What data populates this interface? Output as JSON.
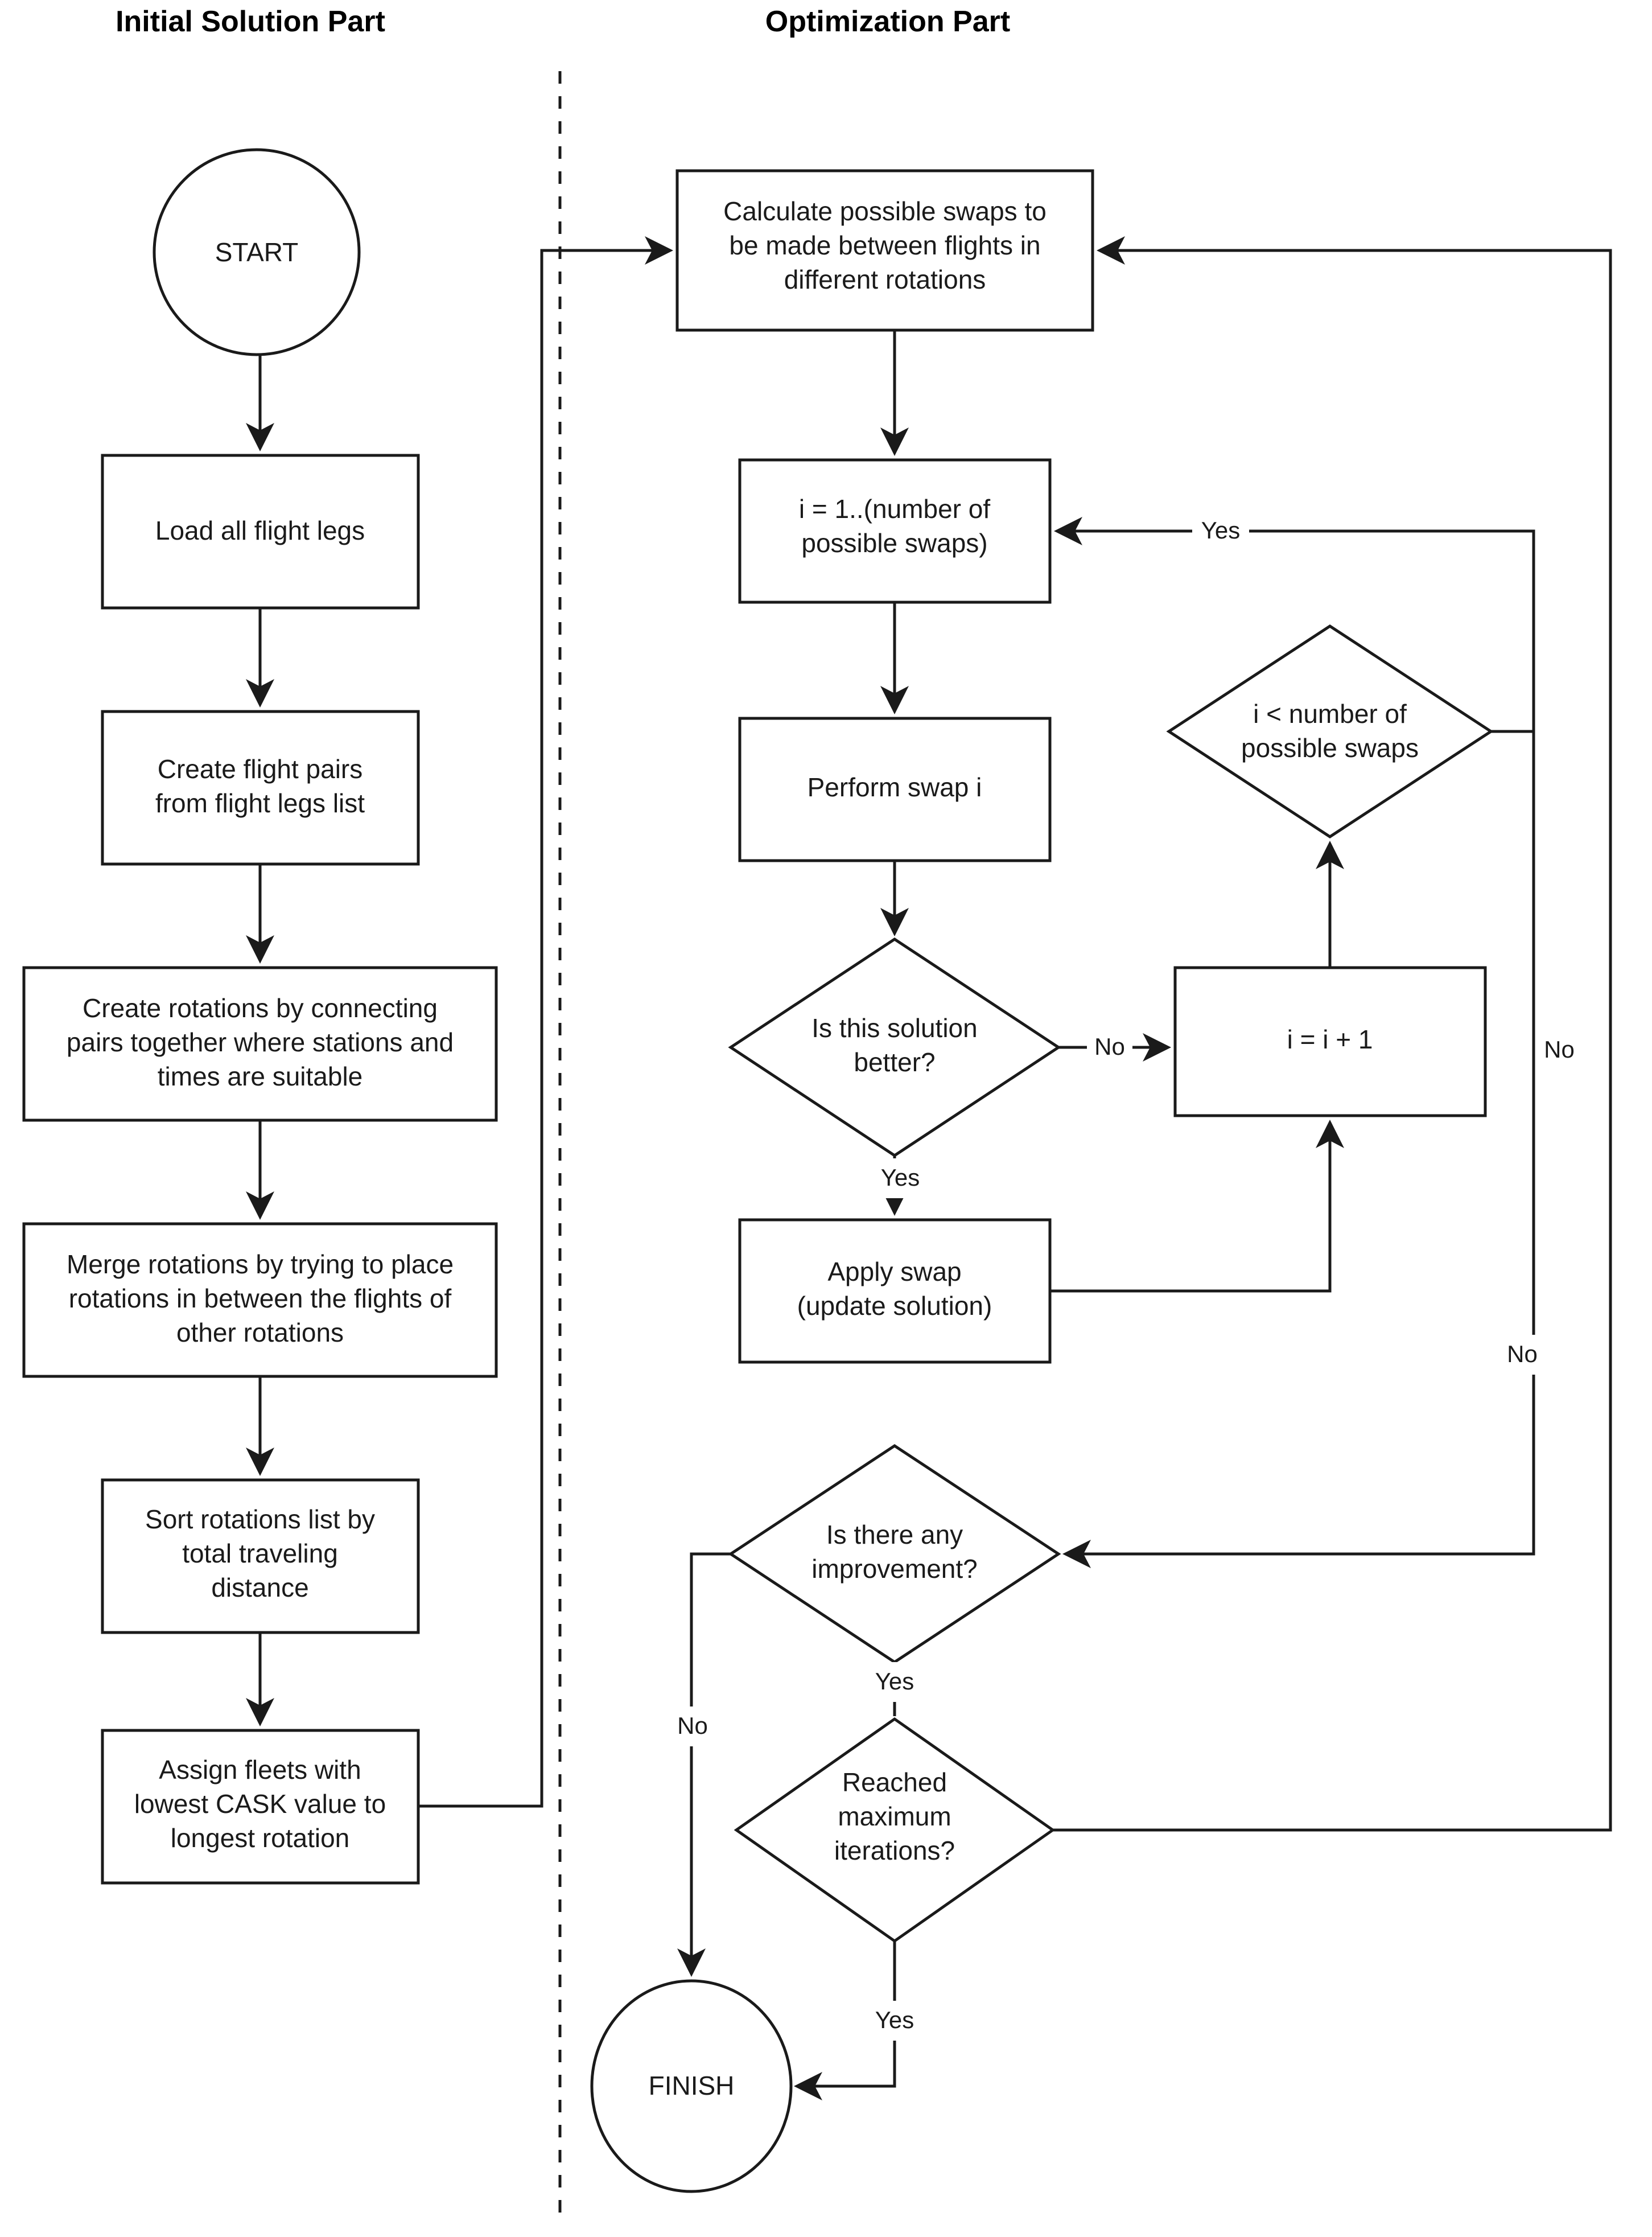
{
  "titles": {
    "left": "Initial Solution Part",
    "right": "Optimization Part"
  },
  "nodes": {
    "start": "START",
    "load_legs": "Load all flight legs",
    "create_pairs_l1": "Create flight pairs",
    "create_pairs_l2": "from flight legs list",
    "create_rotations_l1": "Create rotations by connecting",
    "create_rotations_l2": "pairs together where stations and",
    "create_rotations_l3": "times are suitable",
    "merge_rotations_l1": "Merge rotations by trying to place",
    "merge_rotations_l2": "rotations in between the flights of",
    "merge_rotations_l3": "other rotations",
    "sort_rotations_l1": "Sort rotations list by",
    "sort_rotations_l2": "total traveling",
    "sort_rotations_l3": "distance",
    "assign_fleets_l1": "Assign fleets with",
    "assign_fleets_l2": "lowest CASK value to",
    "assign_fleets_l3": "longest rotation",
    "calc_swaps_l1": "Calculate possible swaps to",
    "calc_swaps_l2": "be made between flights in",
    "calc_swaps_l3": "different rotations",
    "loop_init_l1": "i = 1..(number of",
    "loop_init_l2": "possible swaps)",
    "perform_swap": "Perform swap i",
    "is_better_l1": "Is this solution",
    "is_better_l2": "better?",
    "apply_swap_l1": "Apply swap",
    "apply_swap_l2": "(update solution)",
    "increment_i": "i = i + 1",
    "i_less_l1": "i < number of",
    "i_less_l2": "possible swaps",
    "improvement_l1": "Is there any",
    "improvement_l2": "improvement?",
    "max_iter_l1": "Reached",
    "max_iter_l2": "maximum",
    "max_iter_l3": "iterations?",
    "finish": "FINISH"
  },
  "edge_labels": {
    "better_no": "No",
    "better_yes": "Yes",
    "iless_yes": "Yes",
    "iless_no": "No",
    "maxiter_no": "No",
    "improvement_no": "No",
    "improvement_yes": "Yes",
    "maxiter_yes": "Yes"
  },
  "colors": {
    "stroke": "#1a1a1a",
    "fill": "#ffffff",
    "background": "#ffffff",
    "text": "#1a1a1a"
  },
  "chart_data": {
    "type": "flowchart",
    "title": "Fleet assignment and rotation optimization flowchart",
    "lanes": [
      "Initial Solution Part",
      "Optimization Part"
    ],
    "nodes": [
      {
        "id": "start",
        "shape": "ellipse",
        "label": "START",
        "lane": "Initial Solution Part"
      },
      {
        "id": "load_legs",
        "shape": "rect",
        "label": "Load all flight legs",
        "lane": "Initial Solution Part"
      },
      {
        "id": "create_pairs",
        "shape": "rect",
        "label": "Create flight pairs from flight legs list",
        "lane": "Initial Solution Part"
      },
      {
        "id": "create_rotations",
        "shape": "rect",
        "label": "Create rotations by connecting pairs together where stations and times are suitable",
        "lane": "Initial Solution Part"
      },
      {
        "id": "merge_rotations",
        "shape": "rect",
        "label": "Merge rotations by trying to place rotations in between the flights of other rotations",
        "lane": "Initial Solution Part"
      },
      {
        "id": "sort_rotations",
        "shape": "rect",
        "label": "Sort rotations list by total traveling distance",
        "lane": "Initial Solution Part"
      },
      {
        "id": "assign_fleets",
        "shape": "rect",
        "label": "Assign fleets with lowest CASK value to longest rotation",
        "lane": "Initial Solution Part"
      },
      {
        "id": "calc_swaps",
        "shape": "rect",
        "label": "Calculate possible swaps to be made between flights in different rotations",
        "lane": "Optimization Part"
      },
      {
        "id": "loop_init",
        "shape": "rect",
        "label": "i = 1..(number of possible swaps)",
        "lane": "Optimization Part"
      },
      {
        "id": "perform_swap",
        "shape": "rect",
        "label": "Perform swap i",
        "lane": "Optimization Part"
      },
      {
        "id": "is_better",
        "shape": "diamond",
        "label": "Is this solution better?",
        "lane": "Optimization Part"
      },
      {
        "id": "apply_swap",
        "shape": "rect",
        "label": "Apply swap (update solution)",
        "lane": "Optimization Part"
      },
      {
        "id": "increment_i",
        "shape": "rect",
        "label": "i = i + 1",
        "lane": "Optimization Part"
      },
      {
        "id": "i_less",
        "shape": "diamond",
        "label": "i < number of possible swaps",
        "lane": "Optimization Part"
      },
      {
        "id": "improvement",
        "shape": "diamond",
        "label": "Is there any improvement?",
        "lane": "Optimization Part"
      },
      {
        "id": "max_iter",
        "shape": "diamond",
        "label": "Reached maximum iterations?",
        "lane": "Optimization Part"
      },
      {
        "id": "finish",
        "shape": "ellipse",
        "label": "FINISH",
        "lane": "Optimization Part"
      }
    ],
    "edges": [
      {
        "from": "start",
        "to": "load_legs",
        "label": ""
      },
      {
        "from": "load_legs",
        "to": "create_pairs",
        "label": ""
      },
      {
        "from": "create_pairs",
        "to": "create_rotations",
        "label": ""
      },
      {
        "from": "create_rotations",
        "to": "merge_rotations",
        "label": ""
      },
      {
        "from": "merge_rotations",
        "to": "sort_rotations",
        "label": ""
      },
      {
        "from": "sort_rotations",
        "to": "assign_fleets",
        "label": ""
      },
      {
        "from": "assign_fleets",
        "to": "calc_swaps",
        "label": ""
      },
      {
        "from": "calc_swaps",
        "to": "loop_init",
        "label": ""
      },
      {
        "from": "loop_init",
        "to": "perform_swap",
        "label": ""
      },
      {
        "from": "perform_swap",
        "to": "is_better",
        "label": ""
      },
      {
        "from": "is_better",
        "to": "increment_i",
        "label": "No"
      },
      {
        "from": "is_better",
        "to": "apply_swap",
        "label": "Yes"
      },
      {
        "from": "apply_swap",
        "to": "increment_i",
        "label": ""
      },
      {
        "from": "increment_i",
        "to": "i_less",
        "label": ""
      },
      {
        "from": "i_less",
        "to": "loop_init",
        "label": "Yes"
      },
      {
        "from": "i_less",
        "to": "improvement",
        "label": "No"
      },
      {
        "from": "improvement",
        "to": "max_iter",
        "label": "Yes"
      },
      {
        "from": "improvement",
        "to": "finish",
        "label": "No"
      },
      {
        "from": "max_iter",
        "to": "calc_swaps",
        "label": "No"
      },
      {
        "from": "max_iter",
        "to": "finish",
        "label": "Yes"
      }
    ]
  }
}
